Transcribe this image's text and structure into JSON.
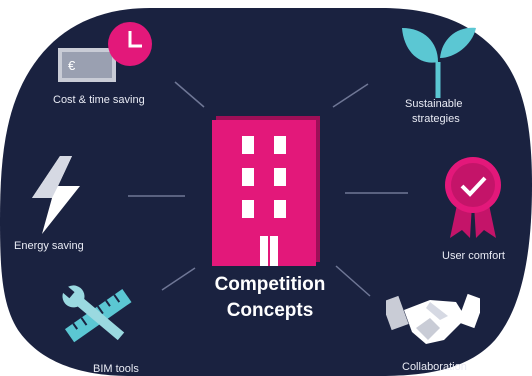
{
  "diagram": {
    "center_title": [
      "Competition",
      "Concepts"
    ],
    "nodes": [
      {
        "label": "Cost & time saving",
        "icon": "money-clock-icon"
      },
      {
        "label": "Sustainable",
        "label2": "strategies",
        "icon": "sprout-icon"
      },
      {
        "label": "Energy saving",
        "icon": "lightning-icon"
      },
      {
        "label": "User comfort",
        "icon": "award-ribbon-icon"
      },
      {
        "label": "BIM tools",
        "icon": "wrench-ruler-icon"
      },
      {
        "label": "Collaboration",
        "icon": "handshake-icon"
      }
    ],
    "currency_symbol": "€"
  },
  "colors": {
    "background": "#1a2240",
    "accent": "#e3187a",
    "accent_dark": "#b3105f",
    "teal": "#5bc7d3",
    "white": "#ffffff",
    "connector": "#6f7796"
  }
}
